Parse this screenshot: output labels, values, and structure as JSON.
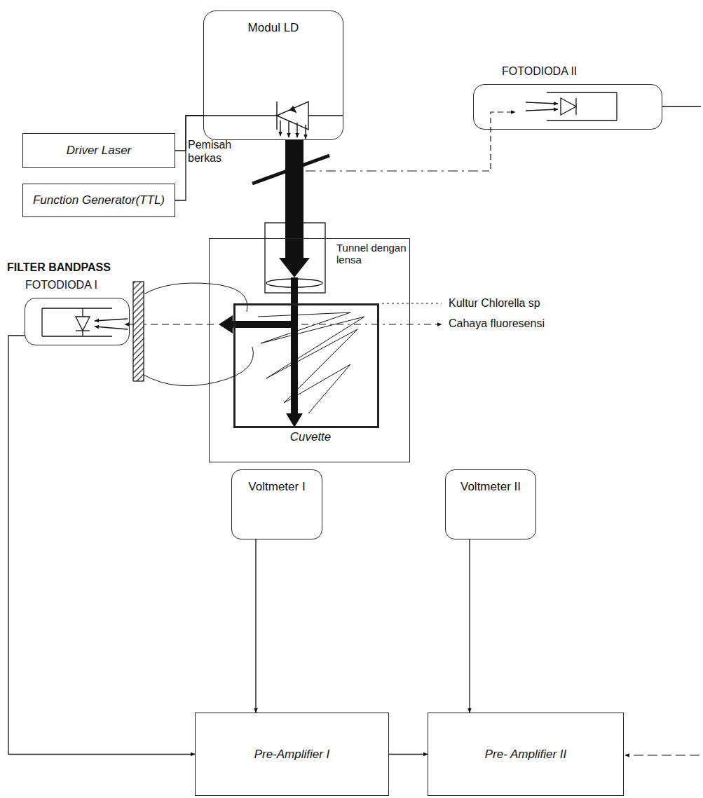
{
  "diagram": {
    "nodes": [
      {
        "text": [
          "Modul LD"
        ]
      },
      {
        "text": [
          "Driver Laser"
        ]
      },
      {
        "text": [
          "Function Generator(TTL)"
        ]
      },
      {
        "text": [
          "FOTODIODA II"
        ]
      },
      {
        "text": [
          "Tunnel dengan lensa"
        ]
      },
      {
        "text": [
          "Cuvette"
        ],
        "in": 4
      },
      {
        "text": [
          "FOTODIODA I"
        ]
      },
      {
        "text": [
          "Voltmeter I"
        ]
      },
      {
        "text": [
          "Voltmeter II"
        ]
      },
      {
        "text": [
          "Pre-Amplifier I"
        ]
      },
      {
        "text": [
          "Pre- Amplifier II"
        ]
      }
    ],
    "edges": [
      {
        "from": 1,
        "to": 0,
        "arrow": "none"
      },
      {
        "from": 2,
        "to": 0,
        "arrow": "none"
      },
      {
        "from": 6,
        "to": 9,
        "arrow": "to"
      },
      {
        "from": 7,
        "to": 9,
        "arrow": "to"
      },
      {
        "from": 9,
        "to": 10,
        "arrow": "to"
      },
      {
        "from": 8,
        "to": 10,
        "arrow": "to"
      }
    ],
    "labels": [
      "Pemisah berkas",
      "FILTER BANDPASS",
      "Kultur Chlorella sp",
      "Cahaya fluoresensi"
    ]
  }
}
